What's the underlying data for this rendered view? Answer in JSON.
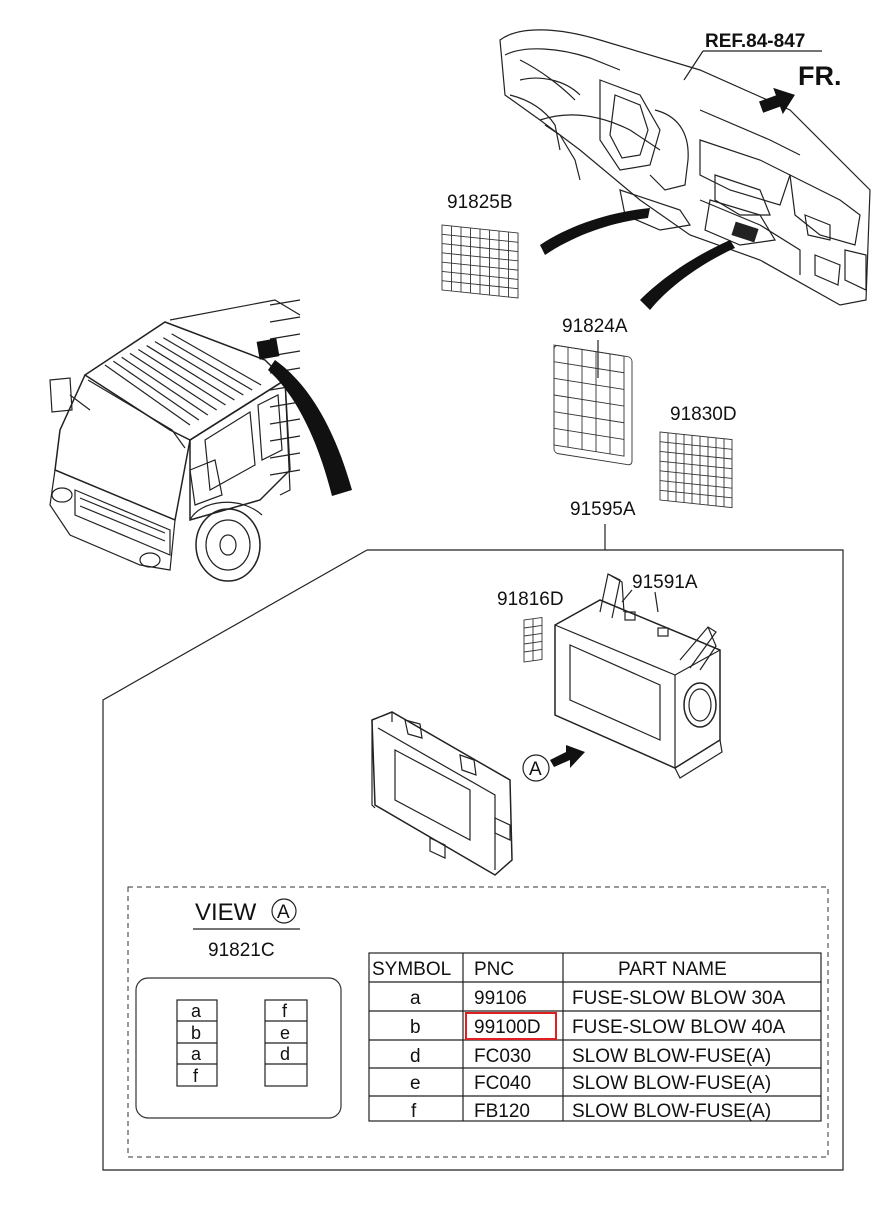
{
  "labels": {
    "ref": "REF.84-847",
    "fr": "FR.",
    "p91825b": "91825B",
    "p91824a": "91824A",
    "p91830d": "91830D",
    "p91595a": "91595A",
    "p91816d": "91816D",
    "p91591a": "91591A",
    "arrow_a": "A"
  },
  "view": {
    "title": "VIEW",
    "circle": "A",
    "part": "91821C",
    "left_slots": [
      "a",
      "b",
      "a",
      "f"
    ],
    "right_slots": [
      "f",
      "e",
      "d",
      ""
    ]
  },
  "table": {
    "headers": [
      "SYMBOL",
      "PNC",
      "PART NAME"
    ],
    "rows": [
      {
        "symbol": "a",
        "pnc": "99106",
        "name": "FUSE-SLOW BLOW 30A"
      },
      {
        "symbol": "b",
        "pnc": "99100D",
        "name": "FUSE-SLOW BLOW 40A"
      },
      {
        "symbol": "d",
        "pnc": "FC030",
        "name": "SLOW BLOW-FUSE(A)"
      },
      {
        "symbol": "e",
        "pnc": "FC040",
        "name": "SLOW BLOW-FUSE(A)"
      },
      {
        "symbol": "f",
        "pnc": "FB120",
        "name": "SLOW BLOW-FUSE(A)"
      }
    ],
    "highlighted_pnc": "99100D",
    "highlight_color": "#e02020"
  }
}
